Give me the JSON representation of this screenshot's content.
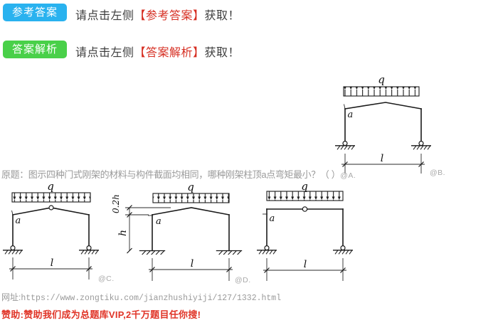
{
  "top": {
    "answer_button": {
      "label": "参考答案",
      "bg": "#29b2ef"
    },
    "answer_line": {
      "prefix": "请点击左侧",
      "bracket": "【参考答案】",
      "suffix": "获取！"
    },
    "analysis_button": {
      "label": "答案解析",
      "bg": "#49d049"
    },
    "analysis_line": {
      "prefix": "请点击左侧",
      "bracket": "【答案解析】",
      "suffix": "获取！"
    }
  },
  "question": {
    "text": "原题：图示四种门式刚架的材料与构件截面均相同，哪种刚架柱顶a点弯矩最小？（ ）",
    "options": {
      "a": "@A.",
      "b": "@B.",
      "c": "@C.",
      "d": "@D."
    }
  },
  "diagram_labels": {
    "load": "q",
    "point": "a",
    "span": "l",
    "rise": "0.2h",
    "height": "h"
  },
  "footer": {
    "url_label": "网址:",
    "url": "https://www.zongtiku.com/jianzhushiyiji/127/1332.html",
    "sponsor": "赞助:赞助我们成为总题库VIP,2千万题目任你搜!"
  },
  "colors": {
    "accent_blue": "#29b2ef",
    "accent_green": "#49d049",
    "accent_red": "#d62e22",
    "sponsor_red": "#e03427",
    "muted_gray": "#9a9a9a",
    "line_black": "#1a1a1a"
  }
}
